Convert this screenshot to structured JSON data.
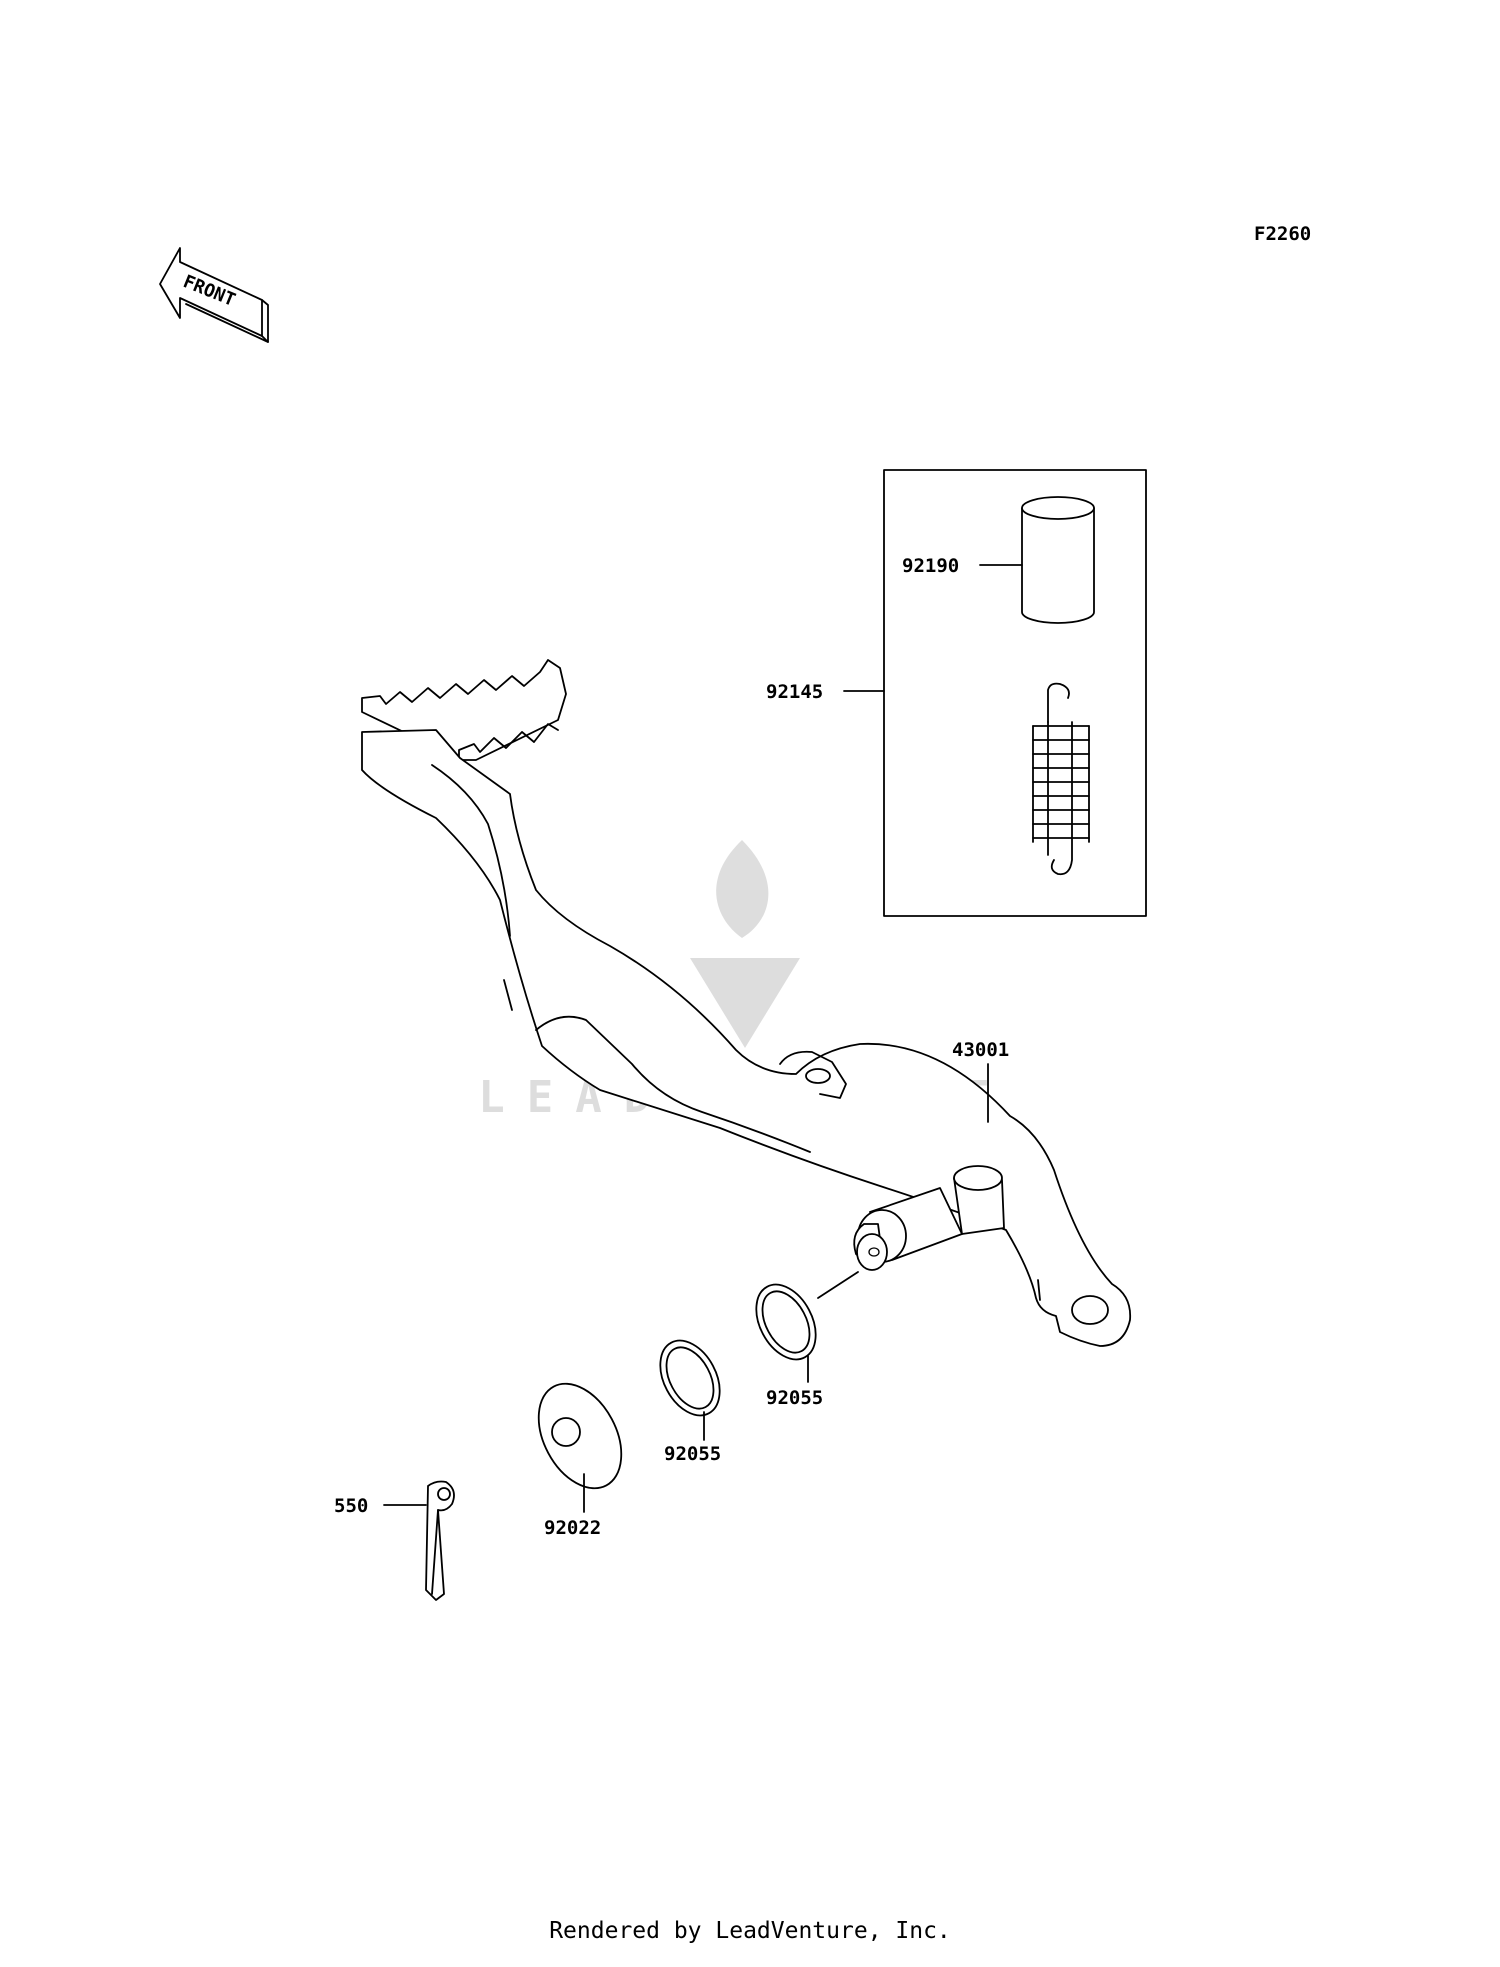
{
  "diagram_code": "F2260",
  "front_arrow_text": "FRONT",
  "watermark_text": "LEADVENTURE",
  "footer_text": "Rendered by LeadVenture, Inc.",
  "callouts": {
    "spring_collar": "92190",
    "spring_kit": "92145",
    "brake_pedal": "43001",
    "oring_inner": "92055",
    "oring_outer": "92055",
    "washer": "92022",
    "cotter_pin": "550"
  }
}
